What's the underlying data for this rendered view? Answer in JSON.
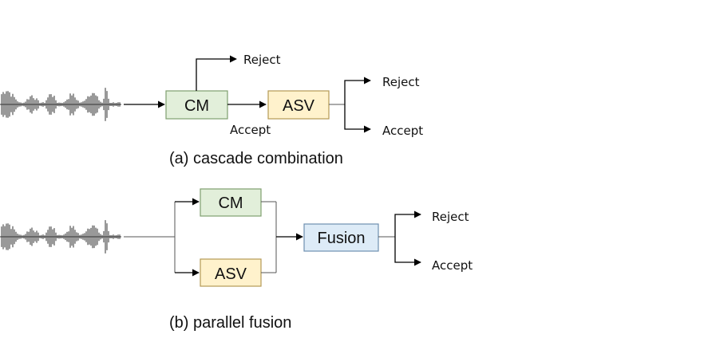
{
  "cascade": {
    "cm_label": "CM",
    "asv_label": "ASV",
    "cm_reject": "Reject",
    "cm_accept": "Accept",
    "asv_reject": "Reject",
    "asv_accept": "Accept",
    "caption": "(a) cascade combination",
    "colors": {
      "cm_fill": "#e2efda",
      "asv_fill": "#fff2cc"
    }
  },
  "parallel": {
    "cm_label": "CM",
    "asv_label": "ASV",
    "fusion_label": "Fusion",
    "reject": "Reject",
    "accept": "Accept",
    "caption": "(b) parallel fusion",
    "colors": {
      "cm_fill": "#e2efda",
      "asv_fill": "#fff2cc",
      "fusion_fill": "#ddebf7"
    }
  }
}
